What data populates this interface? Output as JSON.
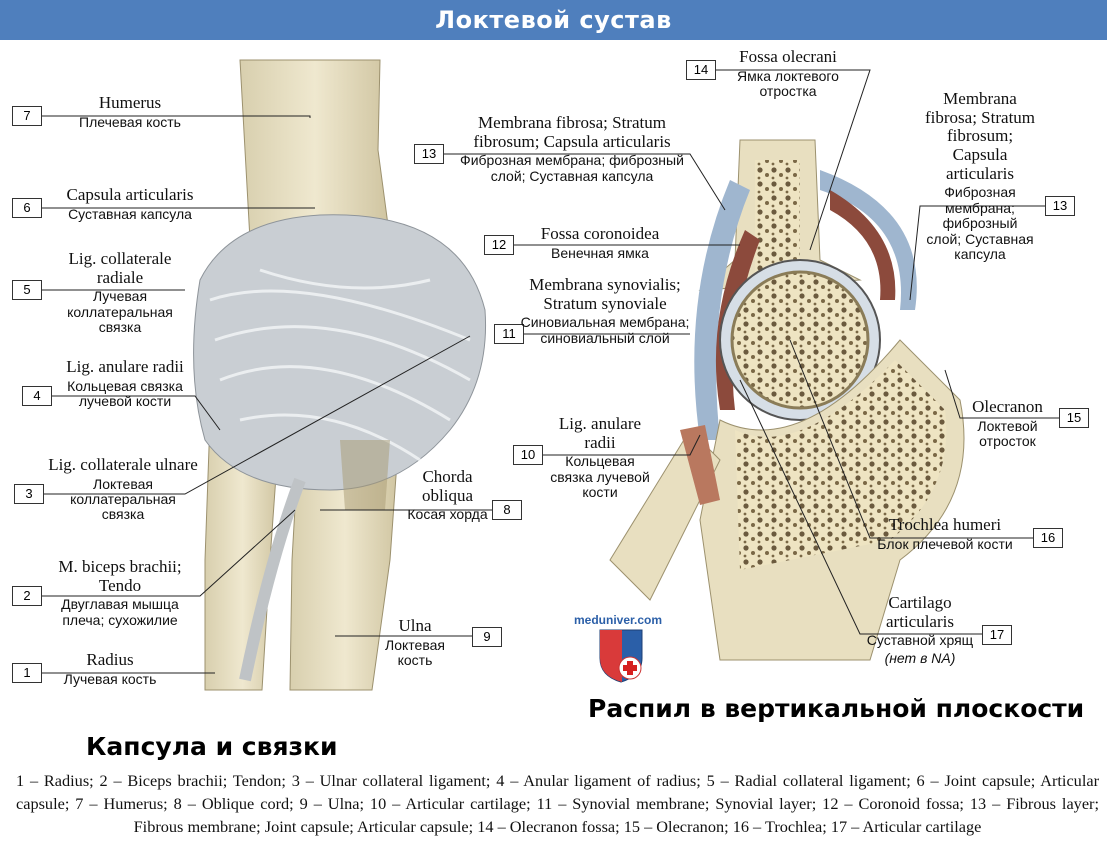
{
  "title": "Локтевой сустав",
  "captions": {
    "left": "Капсула и связки",
    "right": "Распил в вертикальной плоскости"
  },
  "watermark": "meduniver.com",
  "labels_left": [
    {
      "num": "7",
      "lat": "Humerus",
      "rus": "Плечевая кость"
    },
    {
      "num": "6",
      "lat": "Capsula articularis",
      "rus": "Суставная капсула"
    },
    {
      "num": "5",
      "lat": "Lig. collaterale radiale",
      "rus": "Лучевая коллатеральная связка"
    },
    {
      "num": "4",
      "lat": "Lig. anulare radii",
      "rus": "Кольцевая связка лучевой кости"
    },
    {
      "num": "3",
      "lat": "Lig. collaterale ulnare",
      "rus": "Локтевая коллатеральная связка"
    },
    {
      "num": "2",
      "lat": "M. biceps brachii; Tendo",
      "rus": "Двуглавая мышца плеча; сухожилие"
    },
    {
      "num": "1",
      "lat": "Radius",
      "rus": "Лучевая кость"
    },
    {
      "num": "8",
      "lat": "Chorda obliqua",
      "rus": "Косая хорда"
    },
    {
      "num": "9",
      "lat": "Ulna",
      "rus": "Локтевая кость"
    }
  ],
  "labels_right": [
    {
      "num": "14",
      "lat": "Fossa olecrani",
      "rus": "Ямка локтевого отростка"
    },
    {
      "num": "13",
      "lat": "Membrana fibrosa; Stratum fibrosum; Capsula articularis",
      "rus": "Фиброзная мембрана; фиброзный слой; Суставная капсула"
    },
    {
      "num": "12",
      "lat": "Fossa coronoidea",
      "rus": "Венечная ямка"
    },
    {
      "num": "11",
      "lat": "Membrana synovialis; Stratum synoviale",
      "rus": "Синовиальная мембрана; синовиальный слой"
    },
    {
      "num": "10",
      "lat": "Lig. anulare radii",
      "rus": "Кольцевая связка лучевой кости"
    },
    {
      "num": "13",
      "lat": "Membrana fibrosa; Stratum fibrosum; Capsula articularis",
      "rus": "Фиброзная мембрана; фиброзный слой; Суставная капсула"
    },
    {
      "num": "15",
      "lat": "Olecranon",
      "rus": "Локтевой отросток"
    },
    {
      "num": "16",
      "lat": "Trochlea humeri",
      "rus": "Блок плечевой кости"
    },
    {
      "num": "17",
      "lat": "Cartilago articularis",
      "rus": "Суставной хрящ",
      "note": "(нет в NA)"
    }
  ],
  "legend": "1 – Radius; 2 – Biceps brachii; Tendon; 3 – Ulnar collateral ligament; 4 – Anular ligament of radius; 5 – Radial collateral ligament; 6 – Joint capsule; Articular capsule; 7 – Humerus; 8 – Oblique cord; 9 – Ulna; 10 – Articular cartilage; 11 – Synovial membrane; Synovial layer; 12 – Coronoid fossa; 13 – Fibrous layer; Fibrous membrane; Joint capsule; Articular capsule; 14 – Olecranon fossa; 15 – Olecranon; 16 – Trochlea; 17 – Articular cartilage",
  "colors": {
    "banner": "#4f7fbd",
    "bone": "#e8dfc0",
    "capsule": "#c9ced3",
    "synovial": "#8c4a3c",
    "fibrous": "#9fb6cf"
  }
}
